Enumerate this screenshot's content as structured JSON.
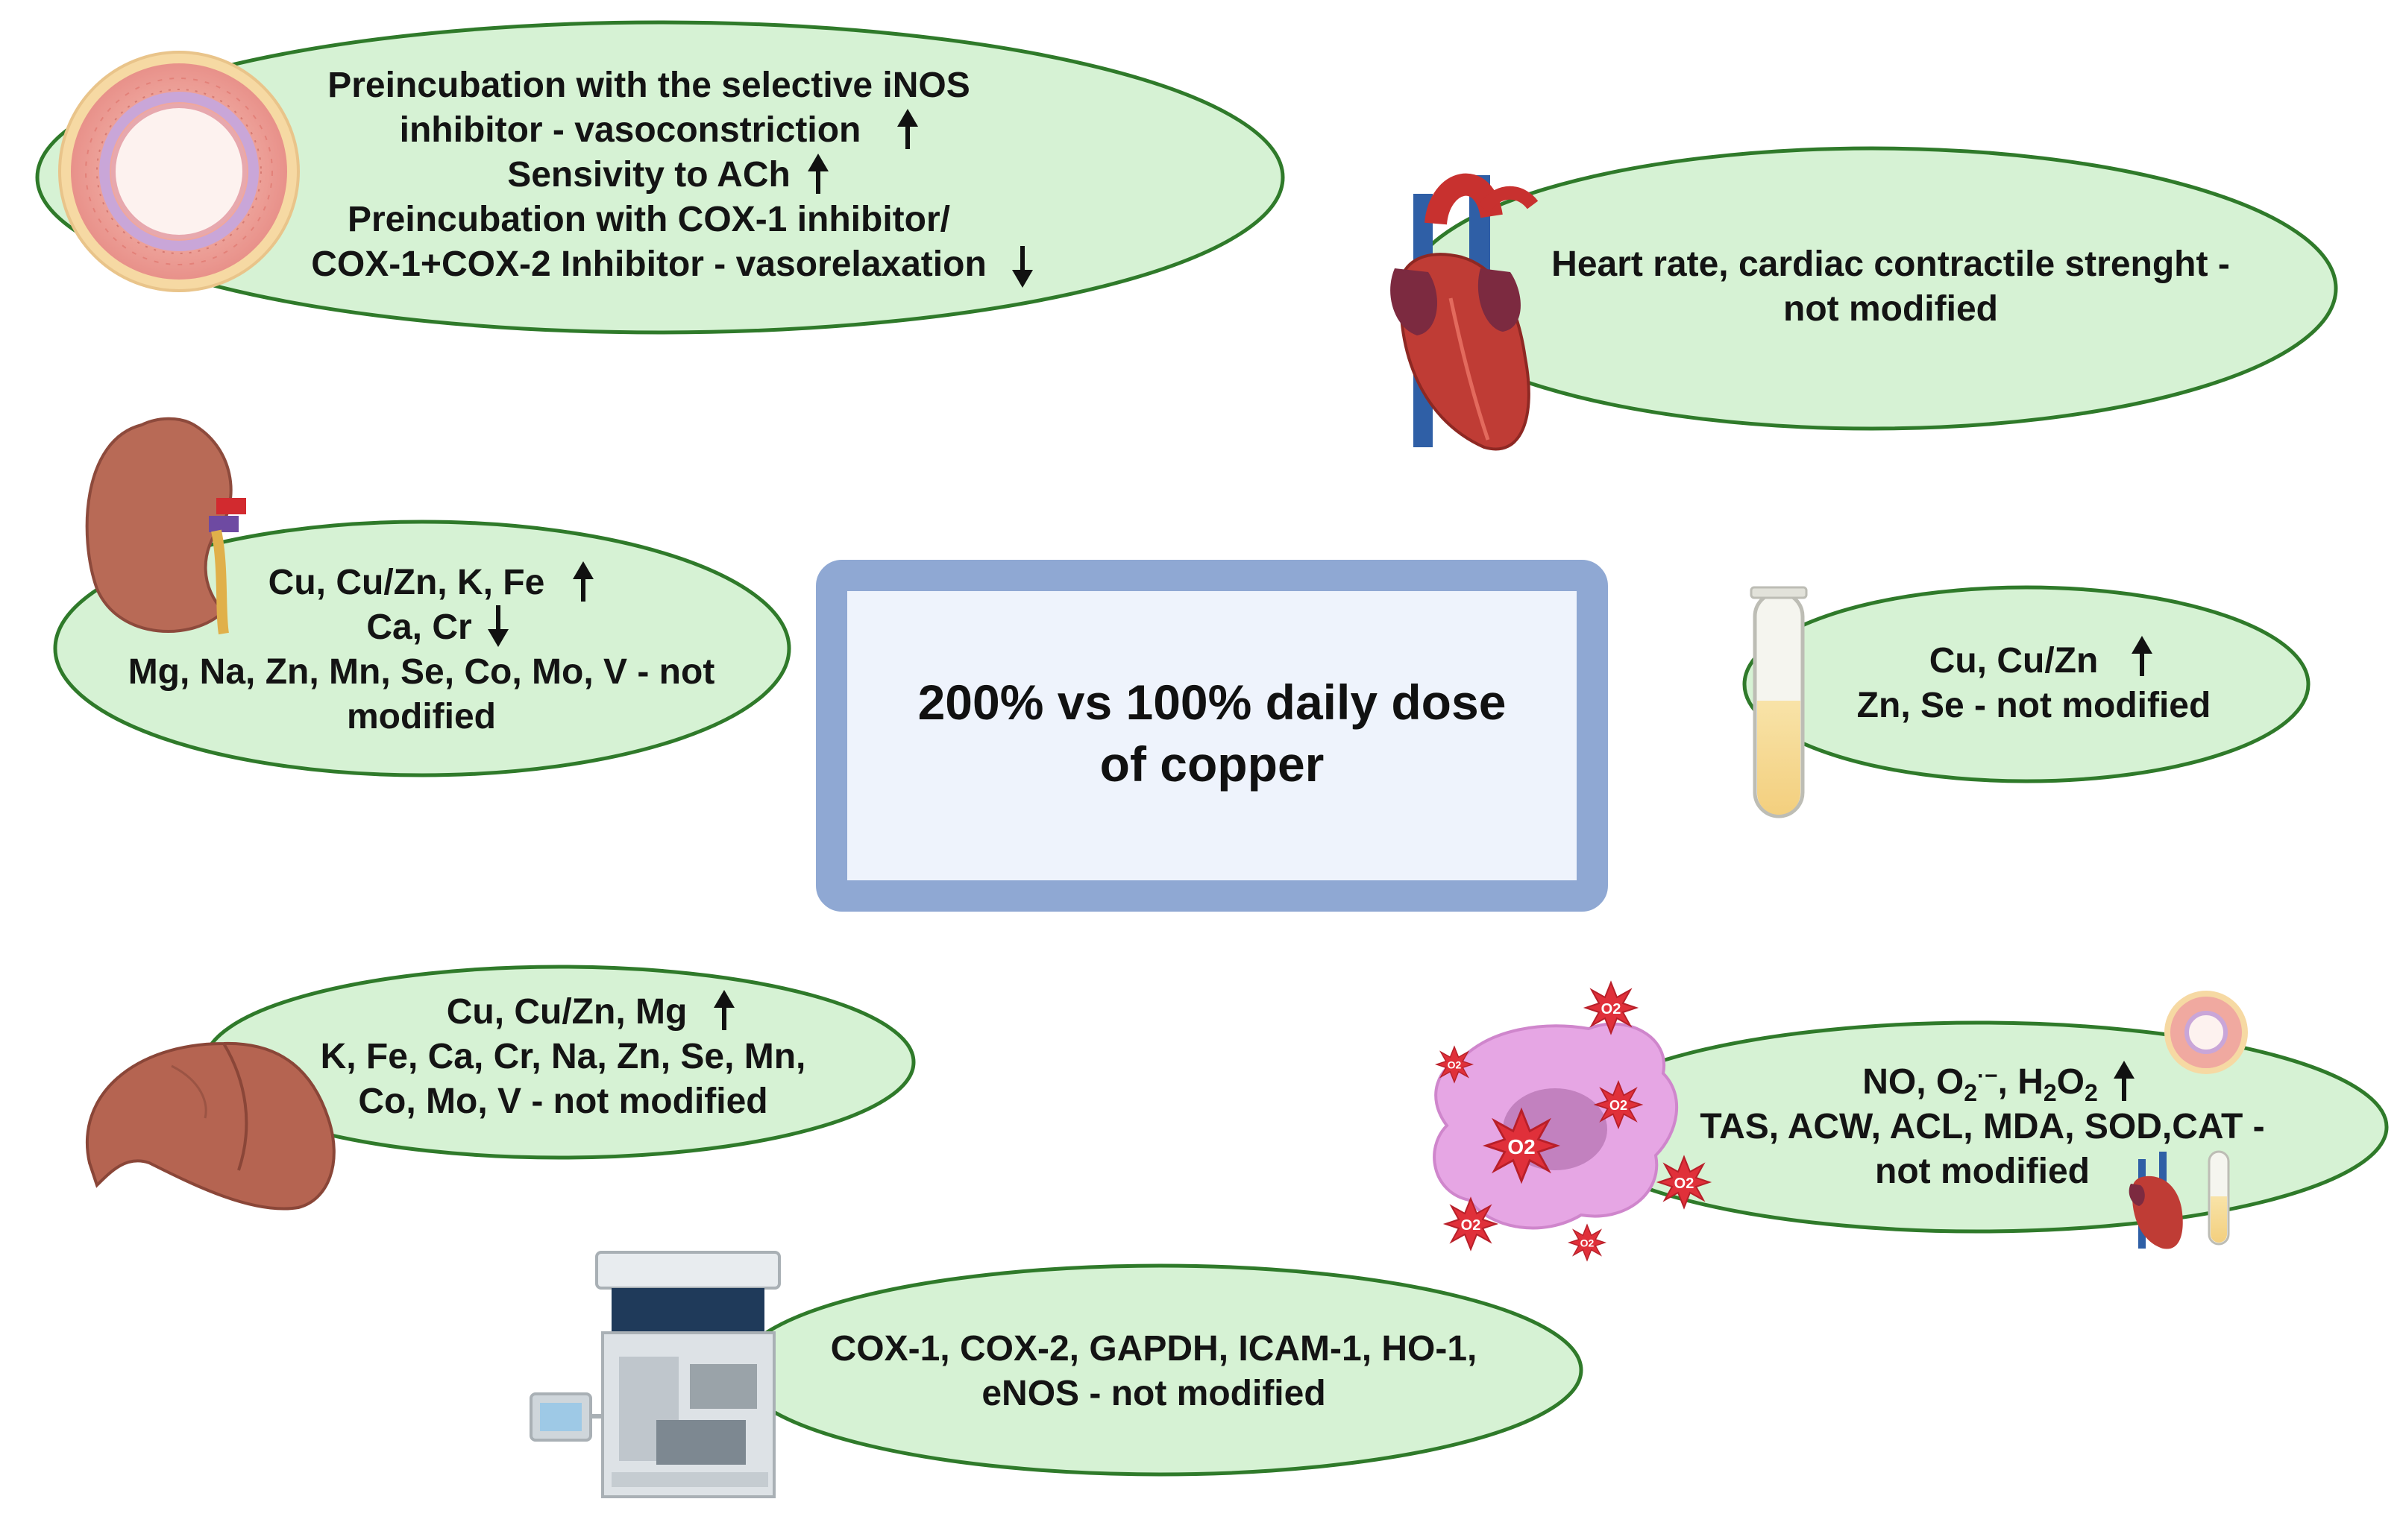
{
  "colors": {
    "ellipse_fill": "#d6f2d4",
    "ellipse_stroke": "#2f7a2a",
    "center_border": "#8fa8d3",
    "center_fill": "#eef3fc",
    "text": "#141414"
  },
  "center": {
    "lines": [
      "200% vs 100% daily dose",
      "of copper"
    ]
  },
  "vessel_panel": {
    "icon": "blood-vessel-cross-section-icon",
    "lines": [
      {
        "text": "Preincubation with the selective iNOS",
        "arrow": ""
      },
      {
        "text": "inhibitor - vasoconstriction",
        "arrow": "up"
      },
      {
        "text": "Sensivity to ACh",
        "arrow": "up"
      },
      {
        "text": "Preincubation with COX-1 inhibitor/",
        "arrow": ""
      },
      {
        "text": "COX-1+COX-2 Inhibitor - vasorelaxation",
        "arrow": "down"
      }
    ]
  },
  "heart_panel": {
    "icon": "heart-icon",
    "lines": [
      {
        "text": "Heart rate, cardiac contractile strenght -",
        "arrow": ""
      },
      {
        "text": "not modified",
        "arrow": ""
      }
    ]
  },
  "kidney_panel": {
    "icon": "kidney-icon",
    "lines": [
      {
        "text": "Cu, Cu/Zn, K, Fe",
        "arrow": "up"
      },
      {
        "text": "Ca, Cr",
        "arrow": "down"
      },
      {
        "text": "Mg, Na, Zn, Mn, Se, Co, Mo, V - not",
        "arrow": ""
      },
      {
        "text": "modified",
        "arrow": ""
      }
    ]
  },
  "serum_panel": {
    "icon": "test-tube-icon",
    "lines": [
      {
        "text": "Cu, Cu/Zn",
        "arrow": "up"
      },
      {
        "text": "Zn, Se - not modified",
        "arrow": ""
      }
    ]
  },
  "liver_panel": {
    "icon": "liver-icon",
    "lines": [
      {
        "text": "Cu, Cu/Zn, Mg",
        "arrow": "up"
      },
      {
        "text": "K, Fe, Ca, Cr, Na, Zn, Se, Mn,",
        "arrow": ""
      },
      {
        "text": "Co, Mo, V - not modified",
        "arrow": ""
      }
    ]
  },
  "oxidative_panel": {
    "icons": [
      "cell-icon",
      "superoxide-burst-icon",
      "vessel-ring-icon",
      "heart-icon",
      "test-tube-icon"
    ],
    "burst_label": "O2",
    "line1_parts": {
      "a": "NO, O",
      "b": "2",
      "c": "·−",
      "d": ", H",
      "e": "2",
      "f": "O",
      "g": "2"
    },
    "line1_arrow": "up",
    "lines": [
      {
        "text": "TAS, ACW, ACL, MDA, SOD,CAT -",
        "arrow": ""
      },
      {
        "text": "not modified",
        "arrow": ""
      }
    ]
  },
  "pcr_panel": {
    "icon": "pcr-machine-icon",
    "lines": [
      {
        "text": "COX-1, COX-2, GAPDH, ICAM-1, HO-1,",
        "arrow": ""
      },
      {
        "text": "eNOS - not modified",
        "arrow": ""
      }
    ]
  }
}
